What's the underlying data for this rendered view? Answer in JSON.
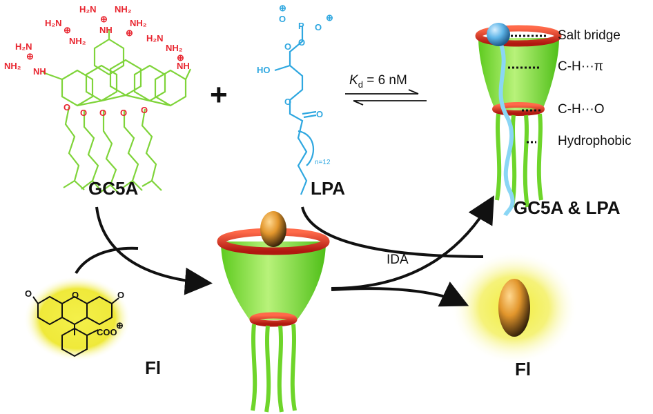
{
  "labels": {
    "host": "GC5A",
    "guest": "LPA",
    "complex": "GC5A & LPA",
    "dye_left": "Fl",
    "dye_right": "Fl",
    "method": "IDA",
    "plus": "+"
  },
  "kd": {
    "symbol": "K",
    "subscript": "d",
    "value": " = 6 nM"
  },
  "interactions": [
    "Salt bridge",
    "C-H···π",
    "C-H···O",
    "Hydrophobic"
  ],
  "chem": {
    "guanidinium": [
      "H₂N",
      "NH₂",
      "NH"
    ],
    "charge": "⊕",
    "lpa_oh": "HO",
    "lpa_p": "P",
    "lpa_o": "O",
    "lpa_n": "n=12",
    "fl_coo": "COO",
    "fl_o": "O"
  },
  "colors": {
    "green": "#7fe33a",
    "red": "#e8302a",
    "chem_red": "#e8252f",
    "blue": "#2ea7e0",
    "orange": "#e0952a",
    "yellow_glow": "#f2ee3a"
  }
}
